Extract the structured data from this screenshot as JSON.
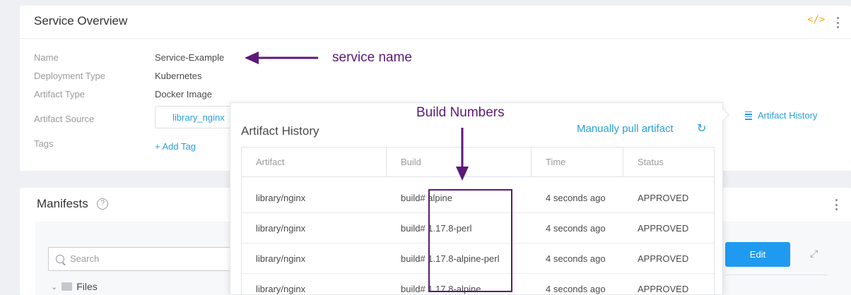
{
  "overview": {
    "title": "Service Overview",
    "code_icon": "</>",
    "props": [
      {
        "label": "Name",
        "value": "Service-Example"
      },
      {
        "label": "Deployment Type",
        "value": "Kubernetes"
      },
      {
        "label": "Artifact Type",
        "value": "Docker Image"
      },
      {
        "label": "Artifact Source",
        "value": "library_nginx"
      },
      {
        "label": "Tags",
        "value": "+ Add Tag"
      }
    ],
    "artifact_history_link": "Artifact History"
  },
  "manifests": {
    "title": "Manifests",
    "help_icon": "?",
    "search_placeholder": "Search",
    "files_label": "Files",
    "edit_label": "Edit"
  },
  "popover": {
    "title": "Artifact History",
    "pull_label": "Manually pull artifact",
    "columns": [
      "Artifact",
      "Build",
      "Time",
      "Status"
    ],
    "rows": [
      {
        "artifact": "library/nginx",
        "build": "build# alpine",
        "time": "4 seconds ago",
        "status": "APPROVED"
      },
      {
        "artifact": "library/nginx",
        "build": "build# 1.17.8-perl",
        "time": "4 seconds ago",
        "status": "APPROVED"
      },
      {
        "artifact": "library/nginx",
        "build": "build# 1.17.8-alpine-perl",
        "time": "4 seconds ago",
        "status": "APPROVED"
      },
      {
        "artifact": "library/nginx",
        "build": "build# 1.17.8-alpine",
        "time": "4 seconds ago",
        "status": "APPROVED"
      }
    ]
  },
  "annotations": {
    "service_name": "service name",
    "build_numbers": "Build Numbers",
    "color": "#5b1a78"
  },
  "colors": {
    "link": "#2a9fd8",
    "button": "#1e9bf0",
    "accent_orange": "#f5a623"
  }
}
